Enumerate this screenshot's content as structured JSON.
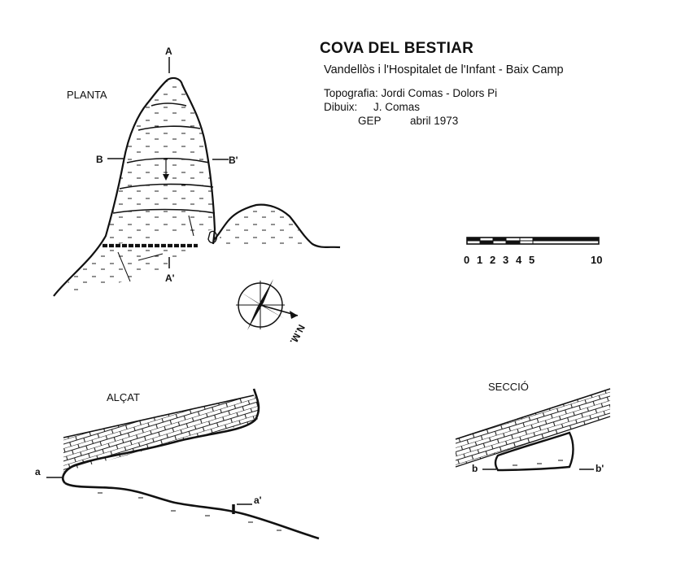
{
  "title": "COVA DEL BESTIAR",
  "subtitle": "Vandellòs i l'Hospitalet de l'Infant  -  Baix Camp",
  "credits": {
    "topografia": "Topografia: Jordi Comas - Dolors Pi",
    "dibuix_label": "Dibuix:",
    "dibuix_name": "J. Comas",
    "group": "GEP",
    "date": "abril 1973"
  },
  "views": {
    "planta": "PLANTA",
    "alcat": "ALÇAT",
    "seccio": "SECCIÓ"
  },
  "section_marks": {
    "a_upper": "A",
    "a_lower": "A'",
    "b_left": "B",
    "b_right": "B'",
    "elev_a": "a",
    "elev_a_prime": "a'",
    "sec_b": "b",
    "sec_b_prime": "b'"
  },
  "scale": {
    "ticks": [
      "0",
      "1",
      "2",
      "3",
      "4",
      "5",
      "10"
    ]
  },
  "north": "N.M."
}
